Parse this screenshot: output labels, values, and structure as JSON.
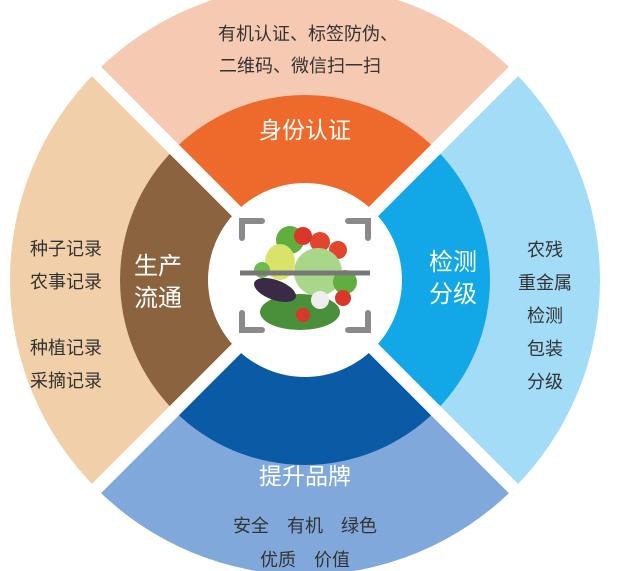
{
  "colors": {
    "outer_top": "#f6c9b2",
    "outer_left": "#f1cfa8",
    "outer_right": "#a2dcf7",
    "outer_bottom": "#80a8da",
    "inner_top": "#ee6a2c",
    "inner_left": "#8b643f",
    "inner_right": "#12a7e6",
    "inner_bottom": "#0b5aa6"
  },
  "sections": {
    "top": {
      "title": "身份认证",
      "details": [
        "有机认证、标签防伪、",
        "二维码、微信扫一扫"
      ]
    },
    "left": {
      "title": [
        "生产",
        "流通"
      ],
      "details": [
        "种子记录",
        "农事记录",
        "种植记录",
        "采摘记录"
      ]
    },
    "right": {
      "title": [
        "检测",
        "分级"
      ],
      "details": [
        "农残",
        "重金属",
        "检测",
        "包装",
        "分级"
      ]
    },
    "bottom": {
      "title": "提升品牌",
      "details": [
        "安全　有机　绿色",
        "优质　价值"
      ]
    }
  },
  "center": {
    "icon": "vegetable-scan-icon"
  }
}
